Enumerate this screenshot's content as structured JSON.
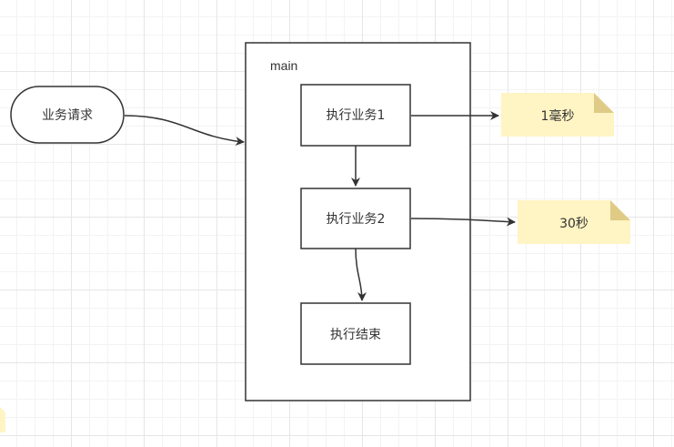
{
  "diagram": {
    "container": {
      "label": "main"
    },
    "nodes": {
      "request": "业务请求",
      "task1": "执行业务1",
      "task2": "执行业务2",
      "end": "执行结束"
    },
    "notes": {
      "note1": "1毫秒",
      "note2": "30秒"
    }
  },
  "colors": {
    "stroke": "#333333",
    "note_fill": "#fff4c3",
    "note_fold": "#e0cb86",
    "grid_major": "#e6e6e6",
    "grid_minor": "#f3f3f3"
  }
}
